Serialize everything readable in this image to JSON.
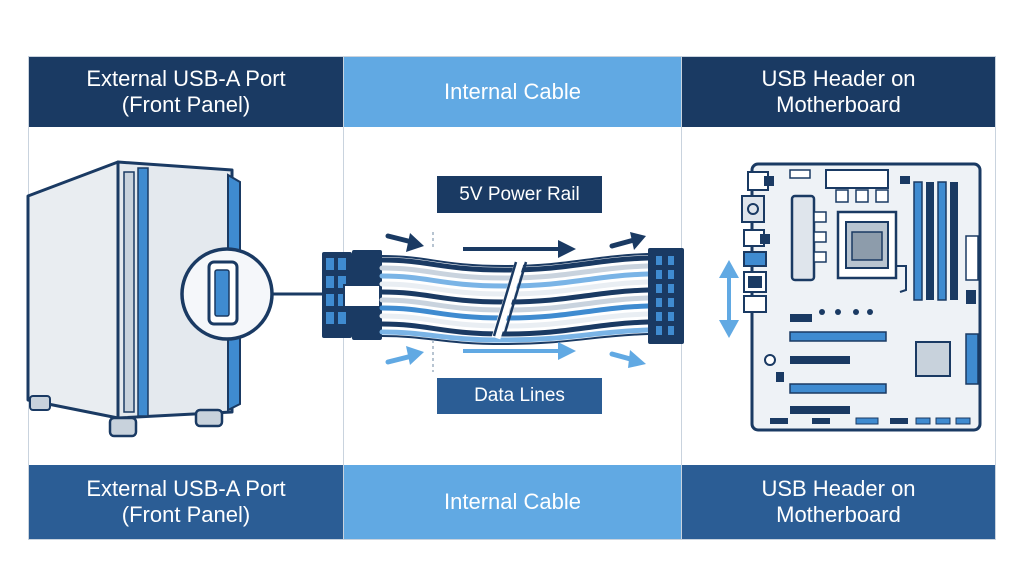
{
  "colors": {
    "navy": "#1a3a63",
    "mid_blue": "#2b5d95",
    "light_blue": "#61a9e3",
    "board_fill": "#eef2f6",
    "case_fill": "#e9edf1"
  },
  "top_headers": {
    "port": "External USB-A Port\n(Front Panel)",
    "cable": "Internal Cable",
    "header": "USB Header on\nMotherboard"
  },
  "bottom_headers": {
    "port": "External USB-A Port\n(Front Panel)",
    "cable": "Internal Cable",
    "header": "USB Header on\nMotherboard"
  },
  "cable_labels": {
    "power": "5V Power Rail",
    "data": "Data Lines"
  },
  "icons": {
    "case": "pc-case-icon",
    "port": "usb-a-port-icon",
    "cable": "ribbon-cable-icon",
    "board": "motherboard-icon"
  }
}
